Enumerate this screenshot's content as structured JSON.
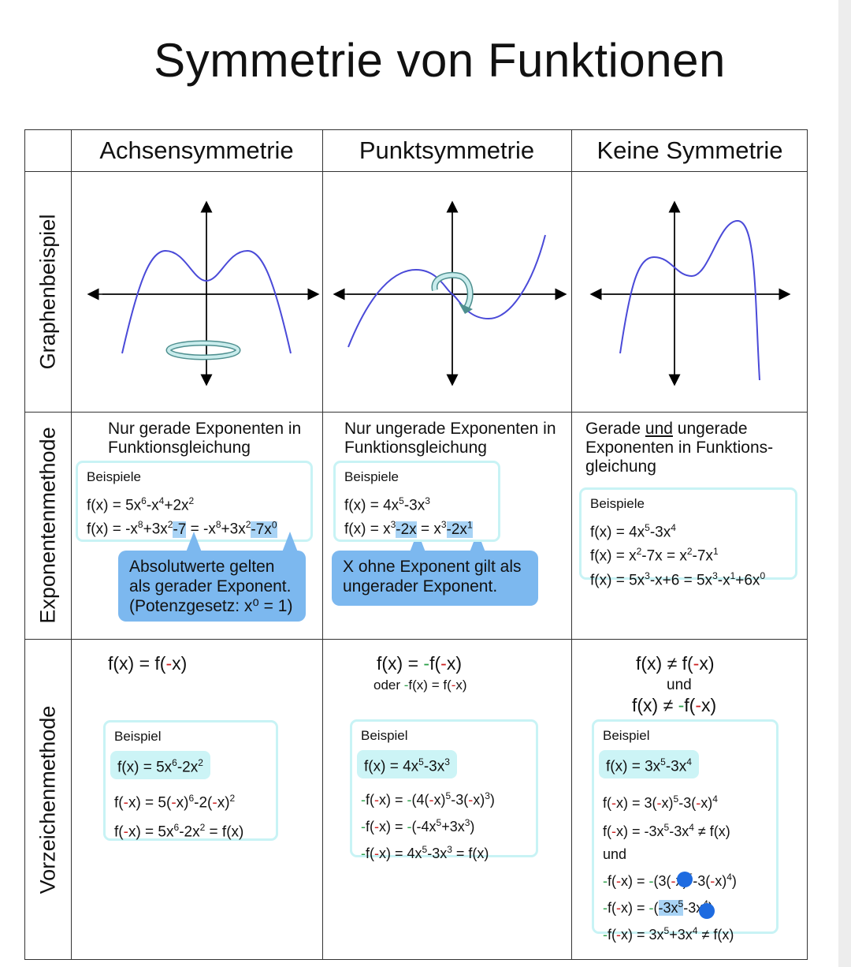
{
  "title": "Symmetrie von Funktionen",
  "columns": [
    "Achsensymmetrie",
    "Punktsymmetrie",
    "Keine Symmetrie"
  ],
  "rows": [
    "Graphenbeispiel",
    "Exponentenmethode",
    "Vorzeichenmethode"
  ],
  "exponenten": {
    "achsen": {
      "intro": "Nur gerade Exponenten in Funktionsgleichung",
      "box_title": "Beispiele",
      "callout": "Absolutwerte gelten als gerader Exponent. (Potenzgesetz: x⁰ = 1)"
    },
    "punkt": {
      "intro": "Nur ungerade Exponenten in Funktionsgleichung",
      "box_title": "Beispiele",
      "callout": "X ohne Exponent gilt als ungerader Exponent."
    },
    "keine": {
      "intro_a": "Gerade",
      "intro_und": "und",
      "intro_b": "ungerade Exponenten in Funktions-gleichung",
      "box_title": "Beispiele"
    }
  },
  "vorzeichen": {
    "achsen": {
      "rule": "f(x) = f(-x)",
      "box_title": "Beispiel"
    },
    "punkt": {
      "rule": "f(x) = -f(-x)",
      "alt": "oder -f(x) = f(-x)",
      "box_title": "Beispiel"
    },
    "keine": {
      "rule1": "f(x) ≠ f(-x)",
      "und": "und",
      "rule2": "f(x) ≠ -f(-x)",
      "box_title": "Beispiel",
      "und2": "und"
    }
  },
  "colors": {
    "curve": "#4a4ad8",
    "highlight": "#a8d3f5",
    "callout": "#7cb8ef",
    "box_border": "#c8f3f5",
    "minus": "#2ca04a"
  }
}
